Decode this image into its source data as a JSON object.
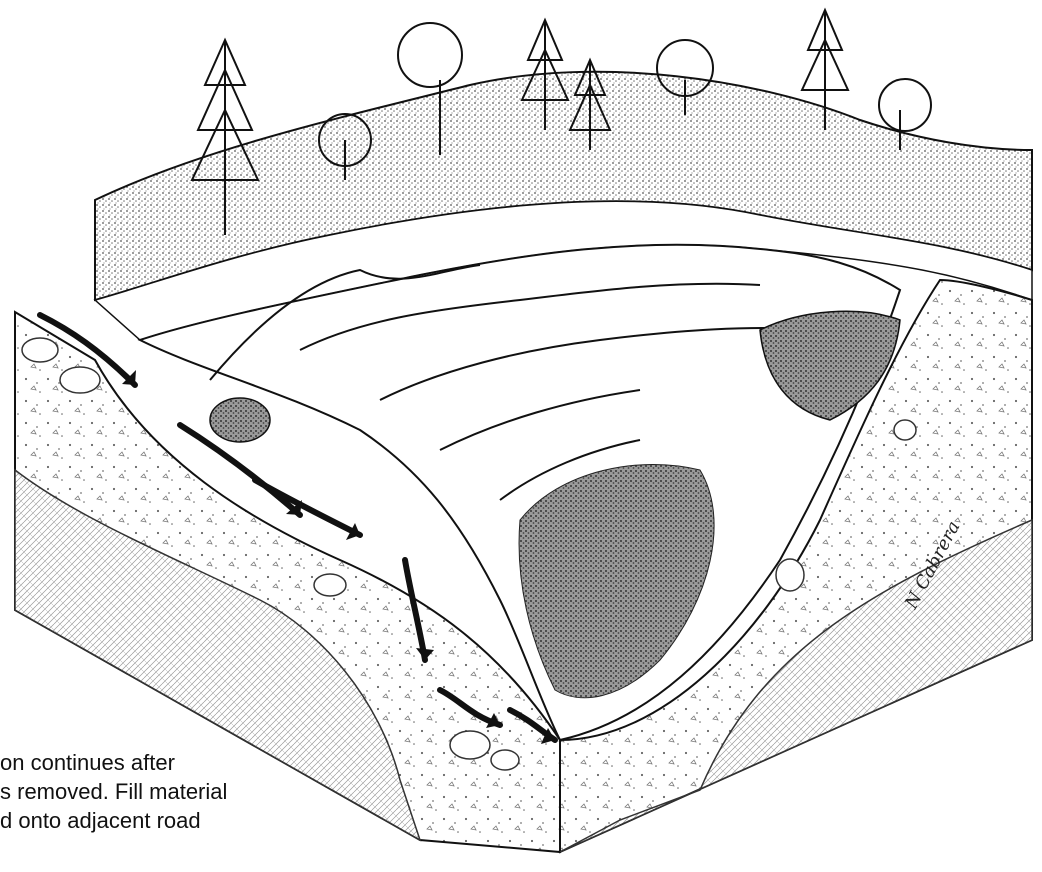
{
  "caption": {
    "lines": [
      "on continues after",
      "s removed.  Fill material",
      "d onto adjacent road"
    ]
  },
  "signature": "N Cabrera",
  "colors": {
    "ink": "#111111",
    "stipple": "#6b6b6b",
    "paper": "#ffffff"
  },
  "icons": {
    "trees": "conifer-and-deciduous-tree-icons",
    "arrows": "water-flow-arrow-icons"
  }
}
